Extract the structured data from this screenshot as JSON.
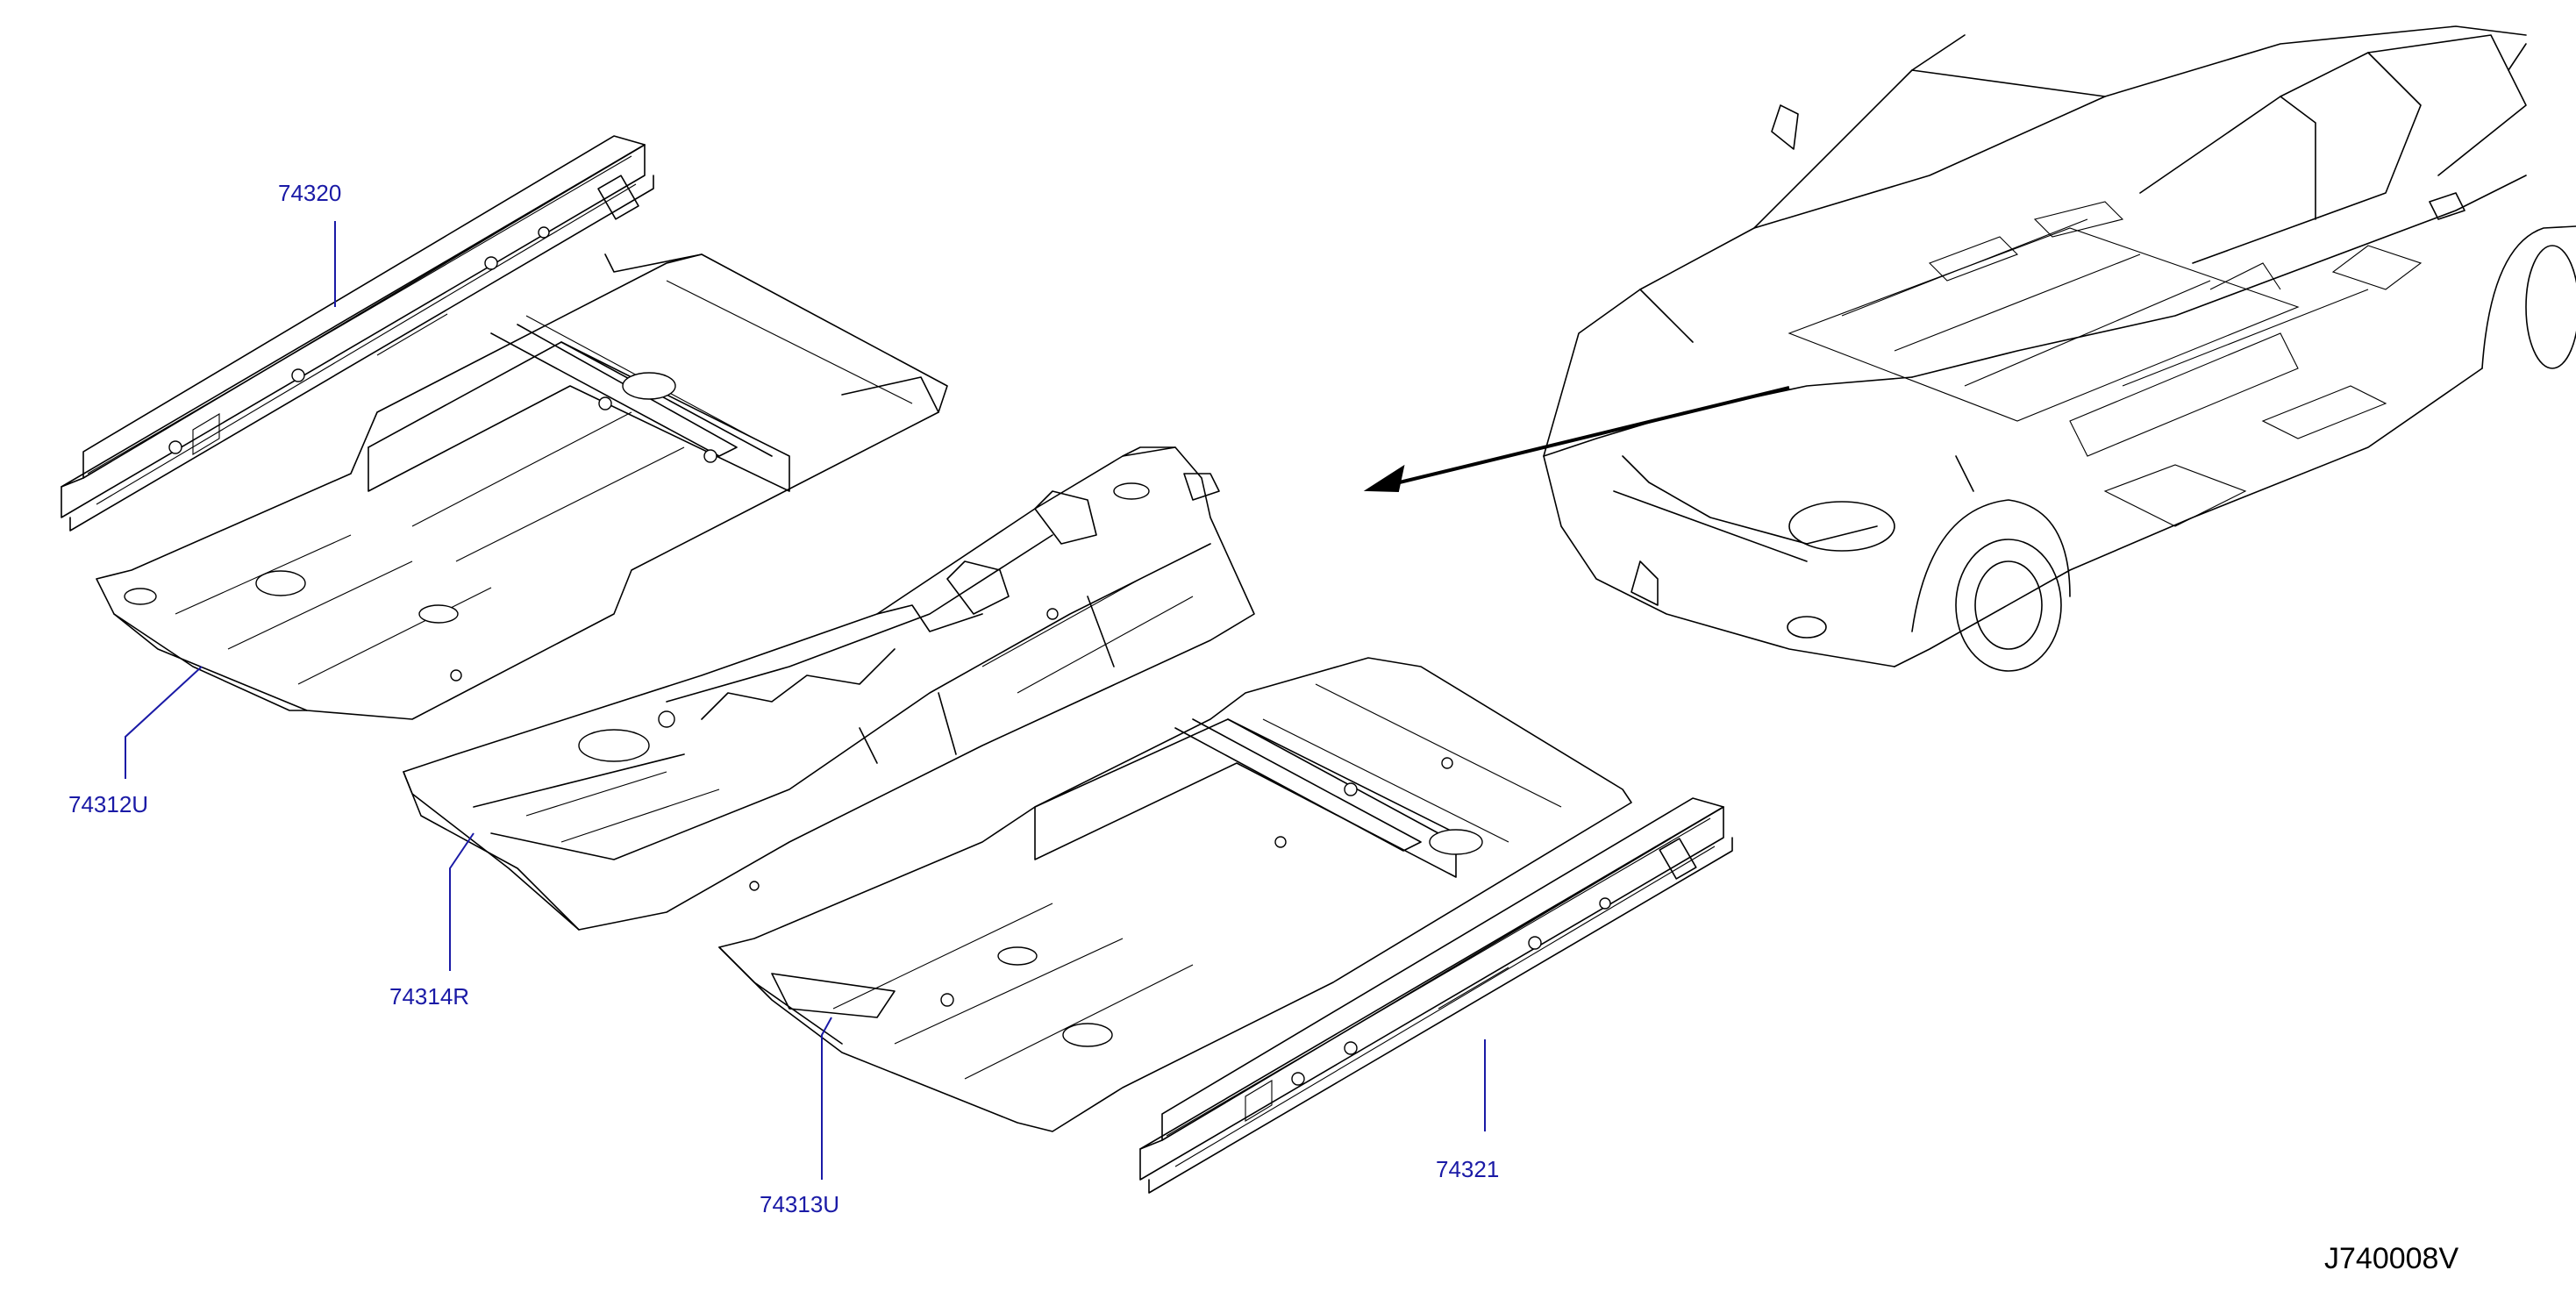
{
  "diagram": {
    "part_labels": {
      "p74320": "74320",
      "p74312U": "74312U",
      "p74314R": "74314R",
      "p74313U": "74313U",
      "p74321": "74321"
    },
    "reference_code": "J740008V",
    "colors": {
      "label_text": "#1a1aa6",
      "line_art": "#000000",
      "background": "#ffffff"
    }
  }
}
